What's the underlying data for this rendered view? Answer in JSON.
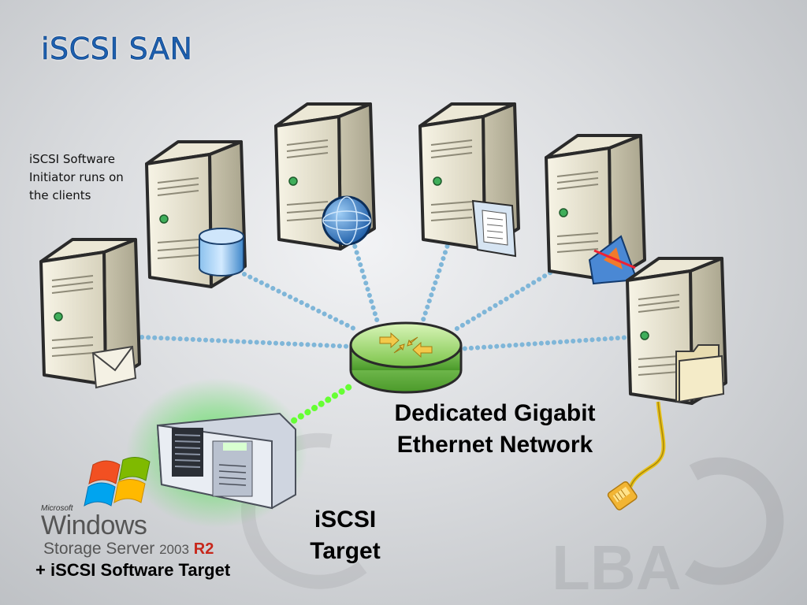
{
  "title": "iSCSI SAN",
  "note": {
    "line1": "iSCSI Software",
    "line2": "Initiator runs on",
    "line3": "the clients"
  },
  "network_label": {
    "line1": "Dedicated Gigabit",
    "line2": "Ethernet Network"
  },
  "target_label": {
    "line1": "iSCSI",
    "line2": "Target"
  },
  "windows": {
    "microsoft": "Microsoft",
    "windows": "Windows",
    "storage_server": "Storage Server",
    "year": "2003",
    "r2": "R2",
    "subtitle": "+ iSCSI Software Target"
  },
  "watermark": "LBA",
  "colors": {
    "title": "#1d5fae",
    "link_dots": "#7fb6d8",
    "target_link": "#66ff33",
    "router": "#8fd26a",
    "cable": "#e8c21a"
  },
  "clients": [
    {
      "icon": "envelope-icon"
    },
    {
      "icon": "database-icon"
    },
    {
      "icon": "globe-icon"
    },
    {
      "icon": "document-icon"
    },
    {
      "icon": "tools-icon"
    },
    {
      "icon": "folder-icon"
    }
  ]
}
